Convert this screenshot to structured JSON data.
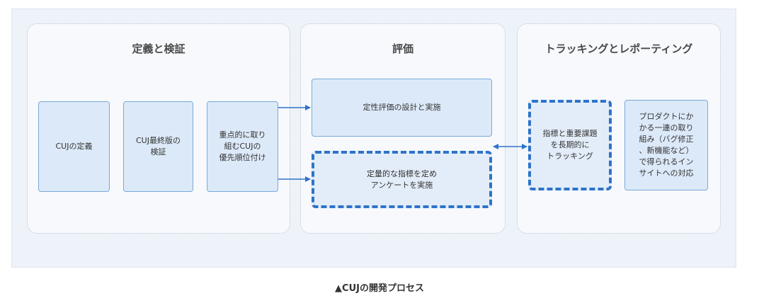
{
  "sections": {
    "define": {
      "title": "定義と検証"
    },
    "evaluate": {
      "title": "評価"
    },
    "tracking": {
      "title": "トラッキングとレポーティング"
    }
  },
  "boxes": {
    "cuj_def": "CUJの定義",
    "cuj_final": "CUJ最終版の\n検証",
    "priority": "重点的に取り\n組むCUJの\n優先順位付け",
    "qual_eval": "定性評価の設計と実施",
    "quant_metrics": "定量的な指標を定め\nアンケートを実施",
    "track_metrics": "指標と重要課題\nを長期的に\nトラッキング",
    "insights": "プロダクトにか\nかる一連の取り\n組み（バグ修正\n、新機能など）\nで得られるイン\nサイトへの対応"
  },
  "caption": "▲CUJの開発プロセス"
}
